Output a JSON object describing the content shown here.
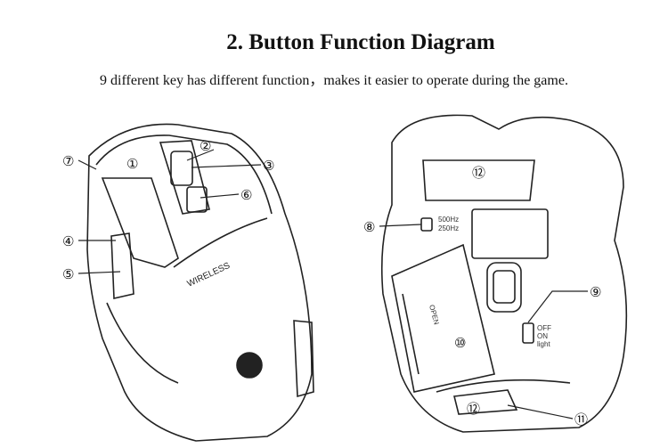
{
  "title": "2. Button Function Diagram",
  "subtitle": "9 different key has different function，makes it easier to operate during the game.",
  "callouts": [
    "①",
    "②",
    "③",
    "④",
    "⑤",
    "⑥",
    "⑦",
    "⑧",
    "⑨",
    "⑩",
    "⑪",
    "⑫"
  ],
  "labels": {
    "brand": "WIRELESS",
    "rate_high": "500Hz",
    "rate_low": "250Hz",
    "off": "OFF",
    "on": "ON",
    "light": "light",
    "open": "OPEN"
  }
}
